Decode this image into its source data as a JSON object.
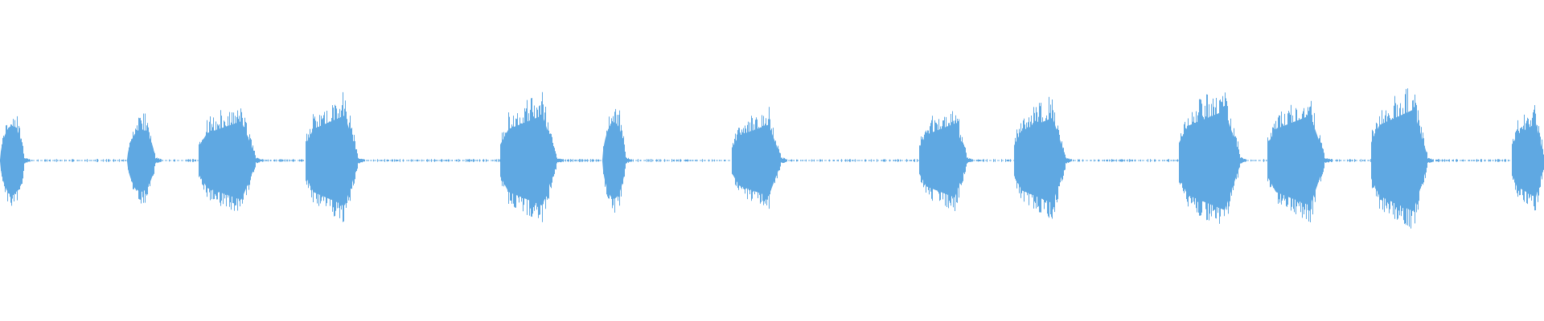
{
  "waveform": {
    "color": "#5fa8e2",
    "background": "#ffffff",
    "samples": 1920,
    "bursts": [
      {
        "start": 0,
        "end": 30,
        "amplitude": 0.3,
        "shape": "dome"
      },
      {
        "start": 158,
        "end": 193,
        "amplitude": 0.27,
        "shape": "dome"
      },
      {
        "start": 247,
        "end": 318,
        "amplitude": 0.34,
        "shape": "rise"
      },
      {
        "start": 380,
        "end": 445,
        "amplitude": 0.39,
        "shape": "rise"
      },
      {
        "start": 622,
        "end": 692,
        "amplitude": 0.39,
        "shape": "rise"
      },
      {
        "start": 749,
        "end": 778,
        "amplitude": 0.33,
        "shape": "dome"
      },
      {
        "start": 910,
        "end": 971,
        "amplitude": 0.31,
        "shape": "rise"
      },
      {
        "start": 1143,
        "end": 1202,
        "amplitude": 0.32,
        "shape": "rise"
      },
      {
        "start": 1261,
        "end": 1325,
        "amplitude": 0.37,
        "shape": "rise"
      },
      {
        "start": 1466,
        "end": 1542,
        "amplitude": 0.43,
        "shape": "rise"
      },
      {
        "start": 1576,
        "end": 1647,
        "amplitude": 0.39,
        "shape": "rise"
      },
      {
        "start": 1705,
        "end": 1775,
        "amplitude": 0.44,
        "shape": "rise"
      },
      {
        "start": 1880,
        "end": 1920,
        "amplitude": 0.32,
        "shape": "rise"
      }
    ],
    "noise_floor": 0.006
  }
}
